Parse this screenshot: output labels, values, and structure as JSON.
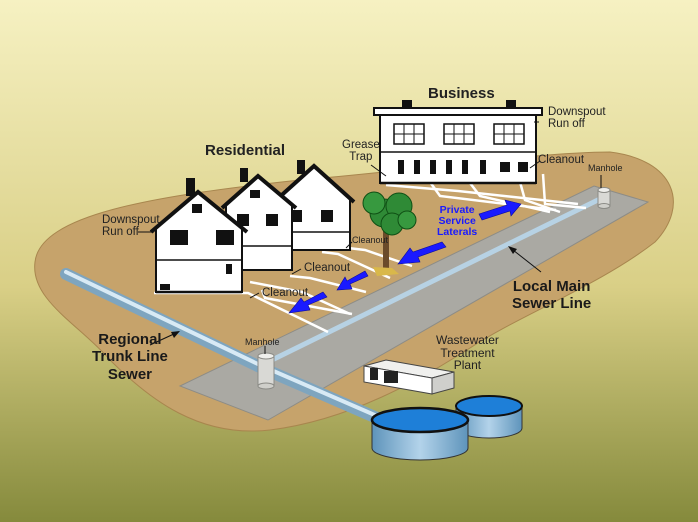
{
  "labels": {
    "business": "Business",
    "residential": "Residential",
    "downspout_business": [
      "Downspout",
      "Run off"
    ],
    "downspout_residential": [
      "Downspout",
      "Run off"
    ],
    "grease_trap": [
      "Grease",
      "Trap"
    ],
    "cleanout_business": "Cleanout",
    "cleanout_tree": "Cleanout",
    "cleanout_house_upper": "Cleanout",
    "cleanout_house_lower": "Cleanout",
    "manhole_right": "Manhole",
    "manhole_left": "Manhole",
    "private_laterals": [
      "Private",
      "Service",
      "Laterals"
    ],
    "local_main": [
      "Local Main",
      "Sewer Line"
    ],
    "regional_trunk": [
      "Regional",
      "Trunk Line",
      "Sewer"
    ],
    "wastewater_plant": [
      "Wastewater",
      "Treatment",
      "Plant"
    ]
  },
  "colors": {
    "background_top": "#f5f0bf",
    "background_bottom": "#8a8a40",
    "ground": "#c4a26a",
    "street": "#a9a9a4",
    "pipe": "#a6c6dc",
    "arrow": "#1a1aff",
    "tank_water": "#1e7fd8",
    "tank_body": "#7fb0d0"
  }
}
